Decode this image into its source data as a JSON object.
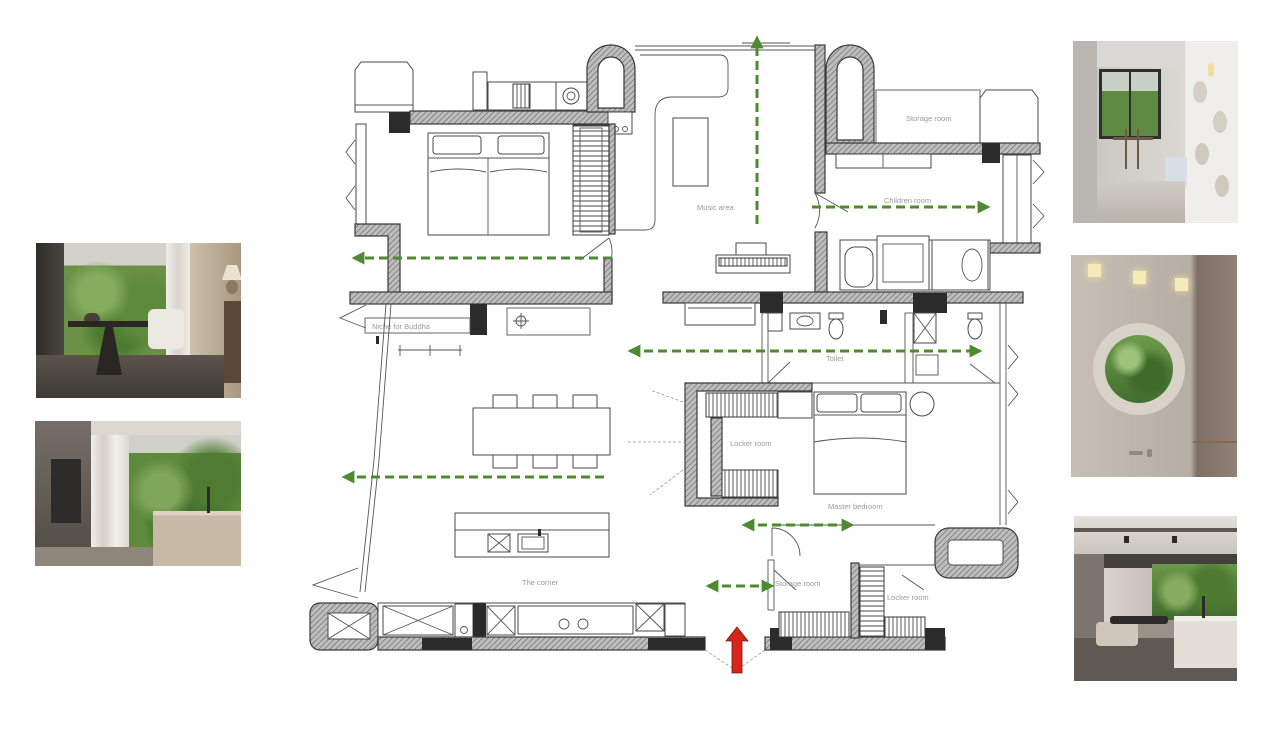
{
  "plan": {
    "labels": {
      "storage_room_top": "Storage room",
      "music_area": "Music area",
      "children_room": "Children room",
      "niche_for_buddha": "Niche for Buddha",
      "toilet": "Toilet",
      "locker_room_master": "Locker room",
      "master_bedroom": "Master bedroom",
      "the_corner": "The corner",
      "storage_room_bottom": "Storage room",
      "locker_room_bottom": "Locker room"
    }
  },
  "colors": {
    "circulation_path": "#4d8a32",
    "entry_arrow": "#d6261c",
    "wall_outline": "#3a3a3a",
    "label_text": "#9a9a9a"
  }
}
